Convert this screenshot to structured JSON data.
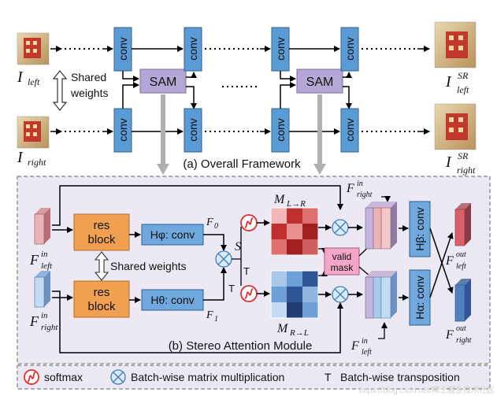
{
  "top": {
    "conv_label": "conv",
    "sam_label": "SAM",
    "shared_weights_line1": "Shared",
    "shared_weights_line2": "weights",
    "i_left_base": "I",
    "i_left_sub": "left",
    "i_right_base": "I",
    "i_right_sub": "right",
    "i_sr_left_base": "I",
    "i_sr_left_sub": "left",
    "i_sr_left_sup": "SR",
    "i_sr_right_base": "I",
    "i_sr_right_sub": "right",
    "i_sr_right_sup": "SR",
    "caption": "(a)  Overall Framework"
  },
  "sam": {
    "res_block_line1": "res",
    "res_block_line2": "block",
    "shared_weights": "Shared weights",
    "h_phi": "Hφ: conv",
    "h_theta": "Hθ: conv",
    "h_beta": "Hβ: conv",
    "h_alpha": "Hα: conv",
    "f0": "F0",
    "f1": "F1",
    "s_label": "S",
    "t_label": "T",
    "m_lr": "M L→R",
    "m_rl": "M R→L",
    "valid_mask_line1": "valid",
    "valid_mask_line2": "mask",
    "f_in_left": "F in left",
    "f_in_right": "F in right",
    "f_in_right_top": "F in right",
    "f_in_left_bottom": "F in left",
    "f_out_left": "F out left",
    "f_out_right": "F out right",
    "caption": "(b) Stereo Attention Module"
  },
  "legend": {
    "softmax": "softmax",
    "matmul": "Batch-wise matrix multiplication",
    "t": "T",
    "transpose": "Batch-wise transposition"
  },
  "watermark": "https://blog.csdn.net/稀土掘金技术社区",
  "colors": {
    "conv_fill": "#5b9bd5",
    "sam_fill": "#b4a7d6",
    "res_block_fill": "#f0a050",
    "conv_inner_fill": "#6fa8dc",
    "valid_mask_fill": "#f4a6c8",
    "softmax_stroke": "#e03030",
    "pink_tensor": "#e8b4b8",
    "blue_tensor": "#a9c8ea",
    "red_matrix": "#c03030",
    "blue_matrix": "#2f5597"
  }
}
